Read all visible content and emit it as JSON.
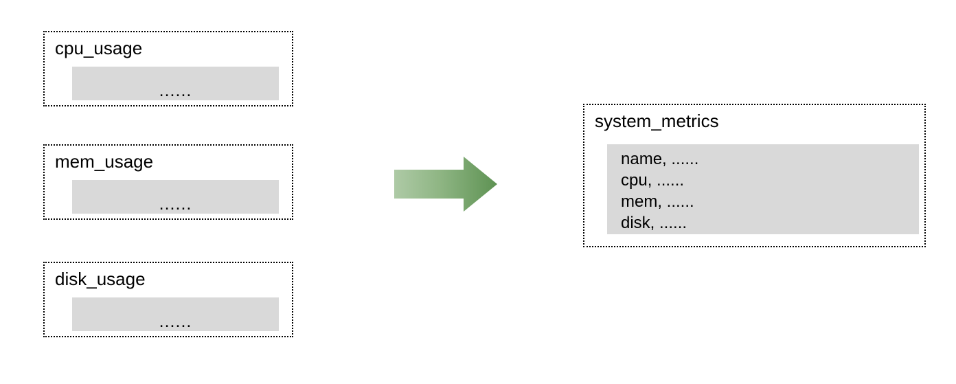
{
  "diagram": {
    "title": "",
    "ellipsis": "......",
    "colors": {
      "box_border": "#000000",
      "box_fill": "#ffffff",
      "body_fill": "#d9d9d9",
      "arrow_gradient_start": "#a9c7a1",
      "arrow_gradient_end": "#5f9354",
      "text": "#000000",
      "canvas": "#ffffff"
    },
    "sources": [
      {
        "id": "cpu_usage",
        "title": "cpu_usage",
        "body_text": "......"
      },
      {
        "id": "mem_usage",
        "title": "mem_usage",
        "body_text": "......"
      },
      {
        "id": "disk_usage",
        "title": "disk_usage",
        "body_text": "......"
      }
    ],
    "connector": {
      "type": "arrow",
      "direction": "right",
      "label": "",
      "icon": "right-arrow-icon"
    },
    "target": {
      "id": "system_metrics",
      "title": "system_metrics",
      "fields": [
        "name, ......",
        "cpu, ......",
        "mem, ......",
        "disk, ......"
      ]
    }
  }
}
